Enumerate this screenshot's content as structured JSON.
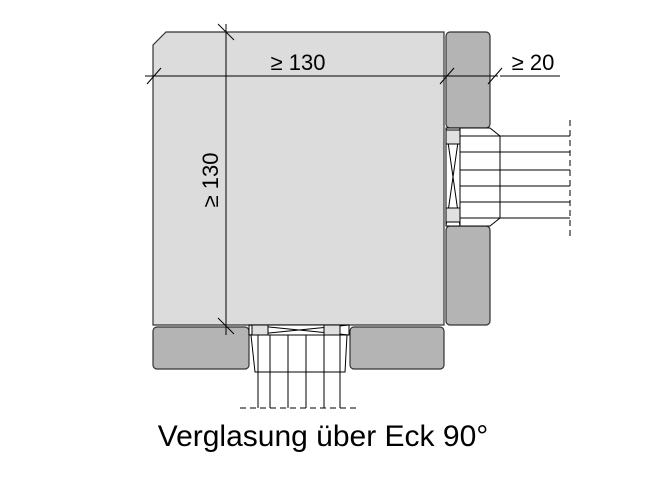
{
  "dimensions": {
    "width_label": "≥ 130",
    "height_label": "≥ 130",
    "frame_label": "≥ 20"
  },
  "caption": "Verglasung über Eck 90°",
  "colors": {
    "post_fill": "#dcdcdc",
    "frame_fill": "#b4b4b4",
    "stroke": "#000000"
  }
}
